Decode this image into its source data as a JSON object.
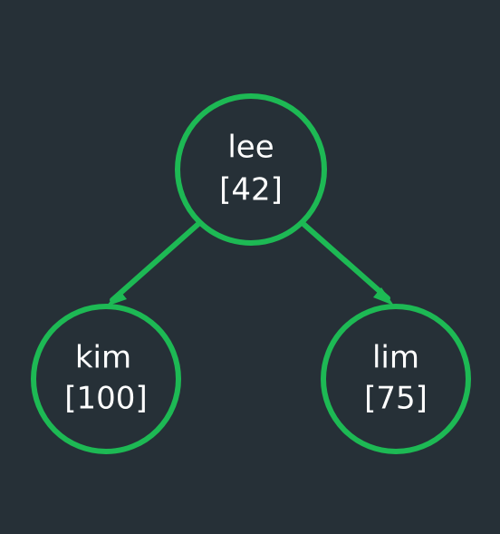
{
  "colors": {
    "background": "#263037",
    "node_stroke": "#1db954",
    "edge": "#1db954",
    "text": "#ffffff"
  },
  "nodes": [
    {
      "id": "lee",
      "name": "lee",
      "value": "[42]"
    },
    {
      "id": "kim",
      "name": "kim",
      "value": "[100]"
    },
    {
      "id": "lim",
      "name": "lim",
      "value": "[75]"
    }
  ],
  "edges": [
    {
      "from": "lee",
      "to": "kim"
    },
    {
      "from": "lee",
      "to": "lim"
    }
  ]
}
